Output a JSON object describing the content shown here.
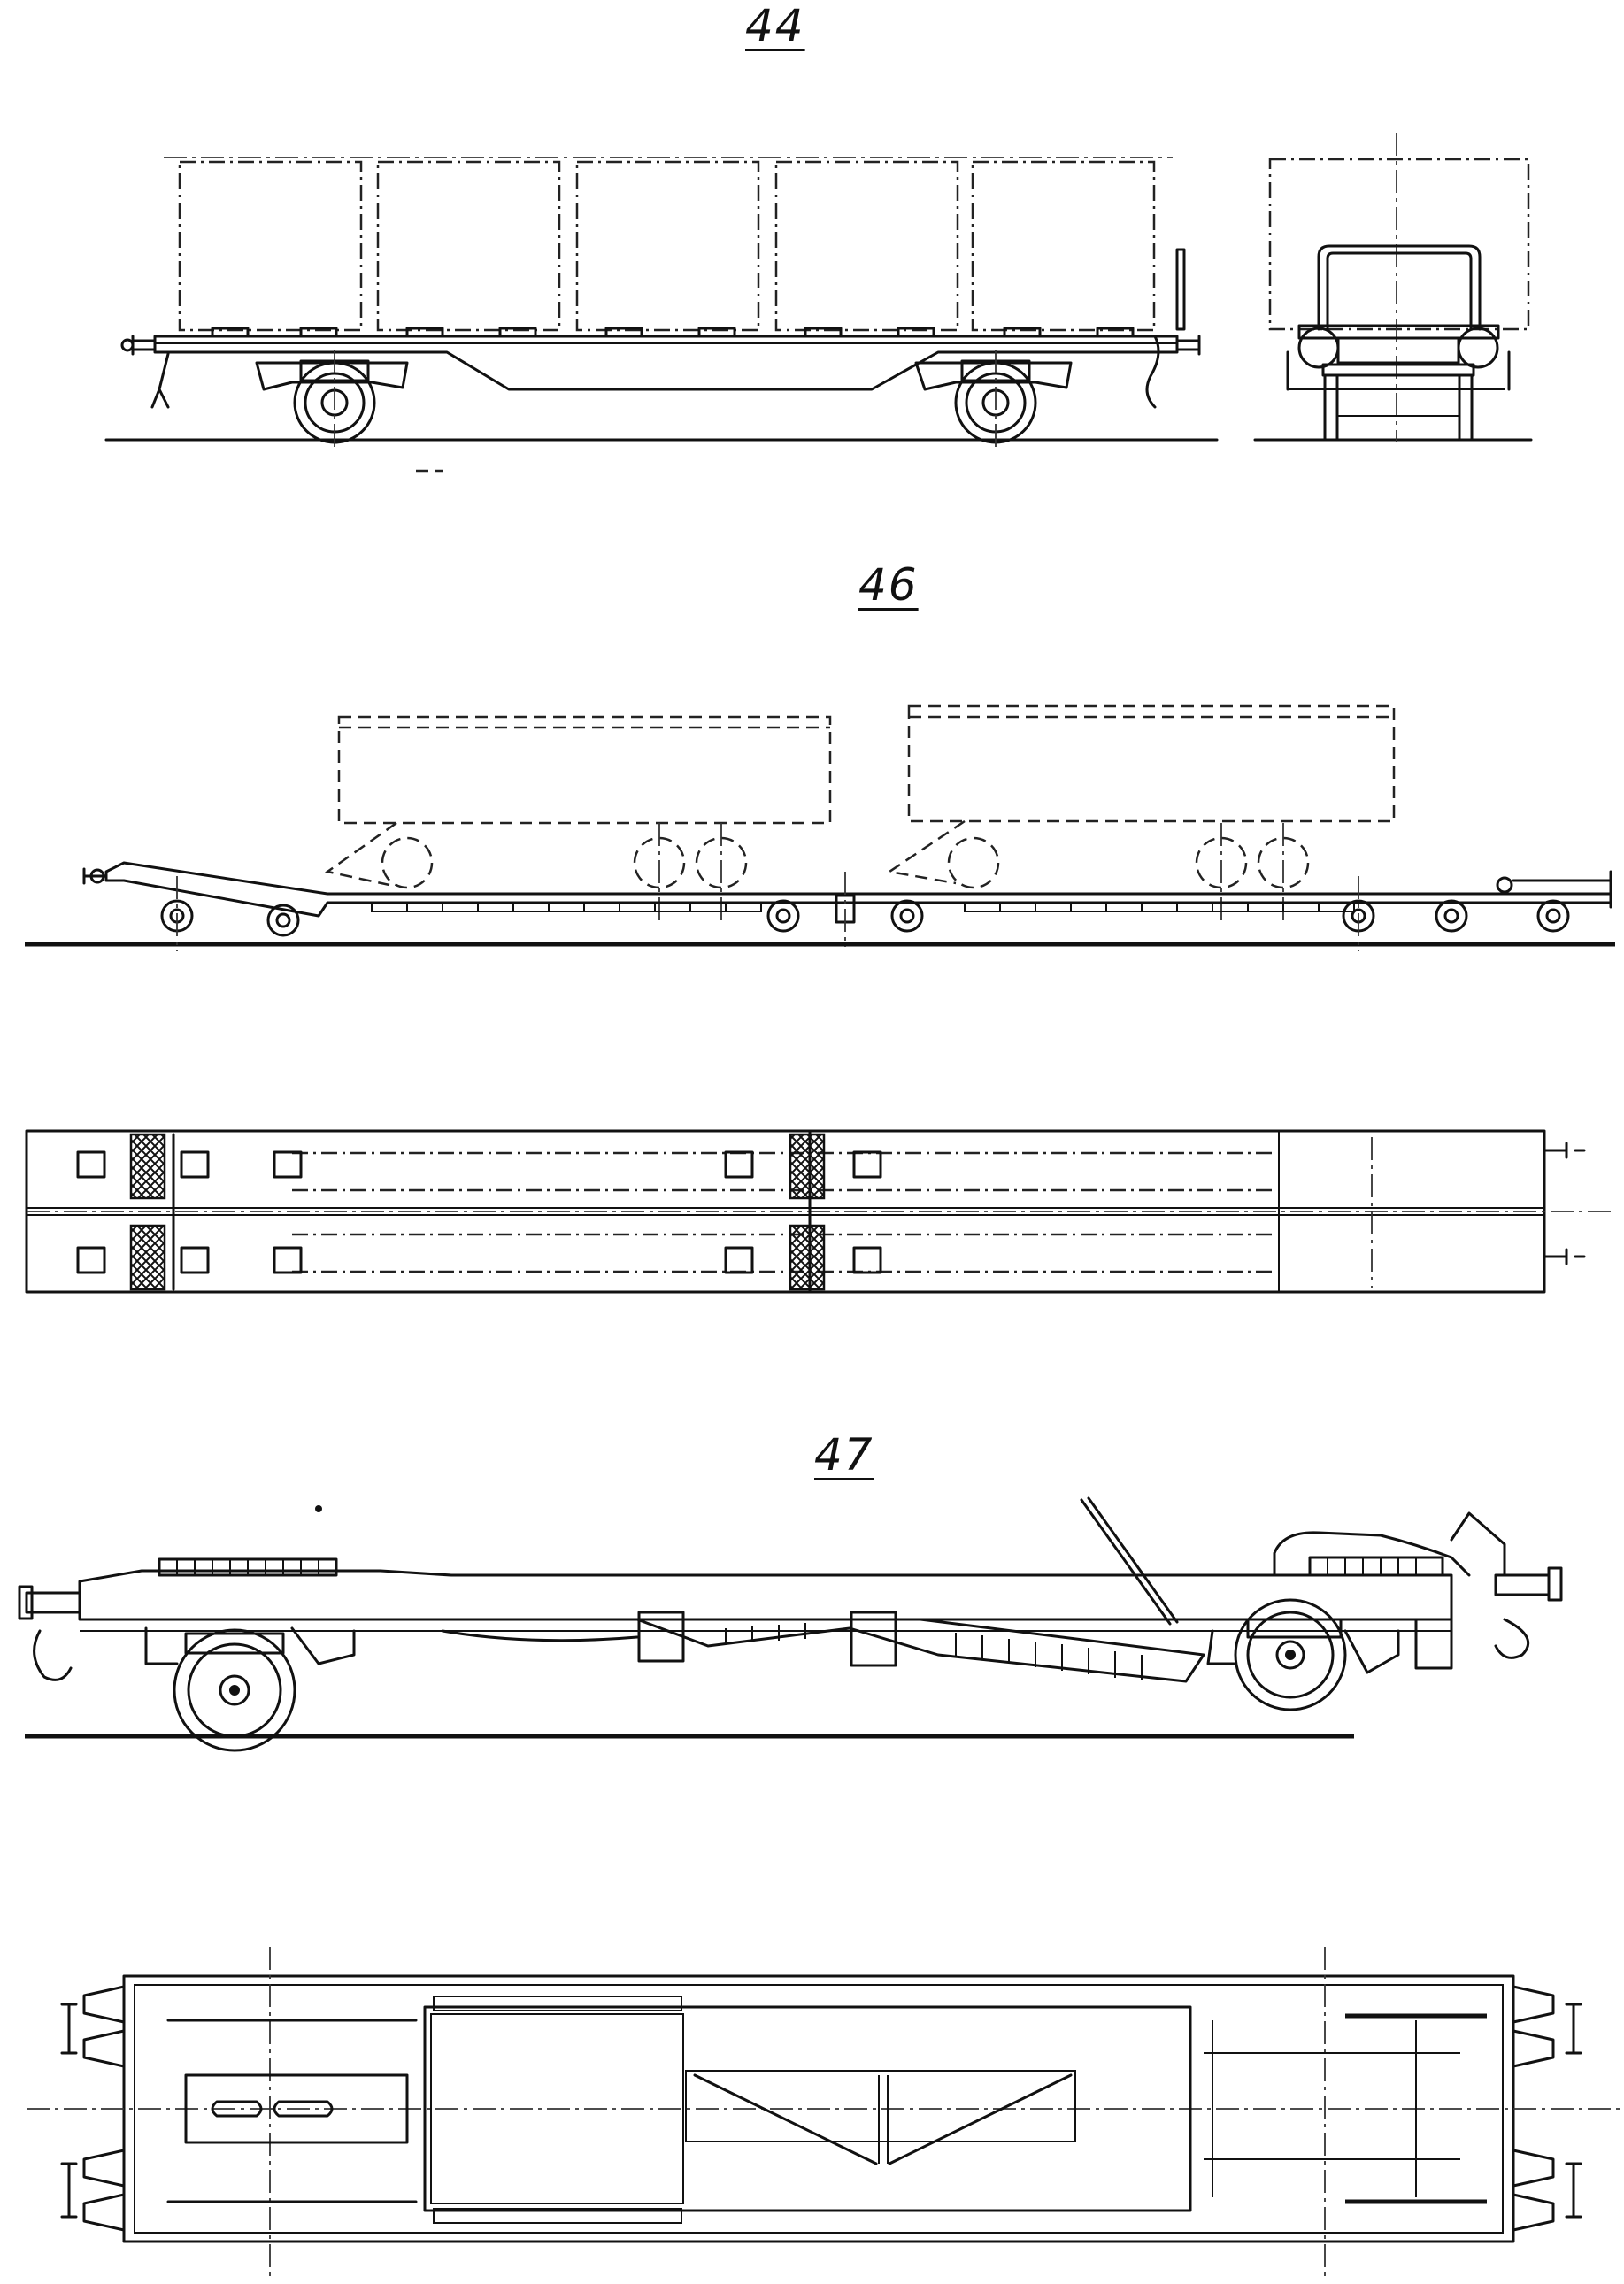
{
  "figures": {
    "fig44": {
      "label": "44"
    },
    "fig46": {
      "label": "46"
    },
    "fig47": {
      "label": "47"
    }
  }
}
